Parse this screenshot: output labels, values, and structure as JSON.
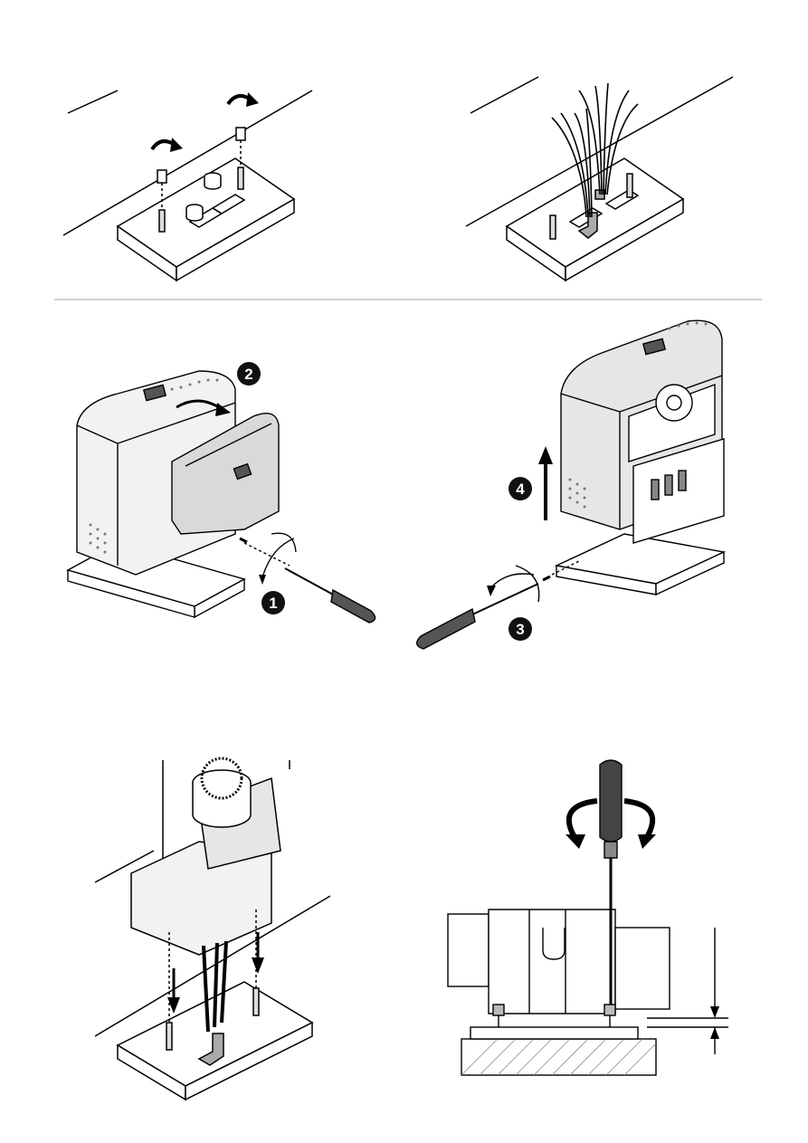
{
  "page": {
    "background": "#ffffff",
    "line_color": "#000000",
    "divider_color": "#cfcfcf",
    "housing_fill": "#e8e8e8",
    "cover_fill": "#d9d9d9"
  },
  "steps": [
    {
      "label": "1"
    },
    {
      "label": "2"
    },
    {
      "label": "3"
    },
    {
      "label": "4"
    }
  ],
  "icons": {
    "rotate": "curved-arrow-icon",
    "screwdriver": "screwdriver-icon",
    "lift": "up-arrow-icon",
    "lower": "down-arrow-icon"
  }
}
